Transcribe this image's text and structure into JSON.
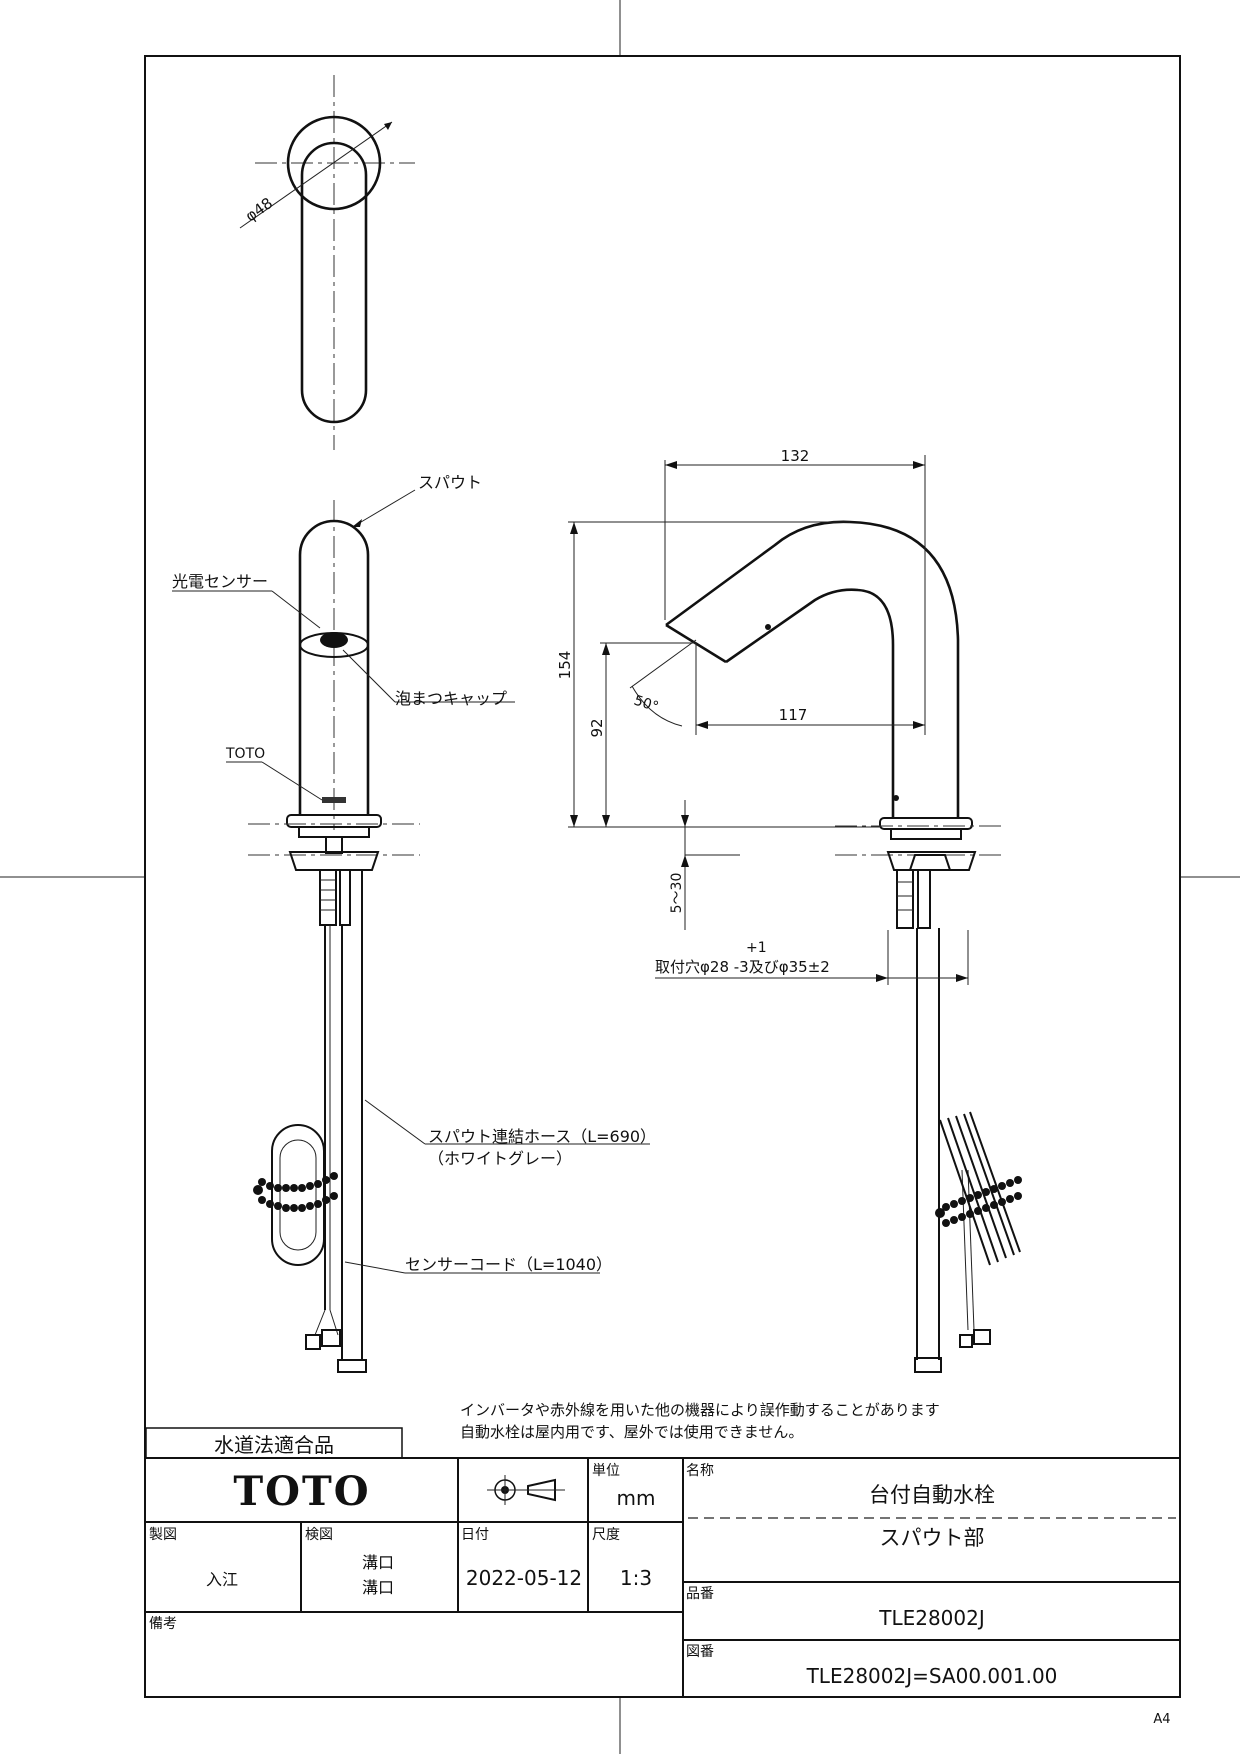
{
  "labels": {
    "spout": "スパウト",
    "sensor": "光電センサー",
    "cap": "泡まつキャップ",
    "toto_mark": "TOTO",
    "hose": "スパウト連結ホース（L=690）",
    "hose_color": "（ホワイトグレー）",
    "cord": "センサーコード（L=1040）"
  },
  "dimensions": {
    "d48": "φ48",
    "d132": "132",
    "d154": "154",
    "d92": "92",
    "d117": "117",
    "angle": "50°",
    "d5_30": "5～30",
    "hole_tol": "+1",
    "hole": "取付穴φ28 -3及びφ35±2"
  },
  "notes": {
    "line1": "インバータや赤外線を用いた他の機器により誤作動することがあります",
    "line2": "自動水栓は屋内用です、屋外では使用できません。"
  },
  "title_block": {
    "compliance": "水道法適合品",
    "brand": "TOTO",
    "unit_label": "単位",
    "unit": "mm",
    "name_label": "名称",
    "name1": "台付自動水栓",
    "name2": "スパウト部",
    "drawn_label": "製図",
    "drawn_by": "入江",
    "checked_label": "検図",
    "checked_by1": "溝口",
    "checked_by2": "溝口",
    "date_label": "日付",
    "date": "2022-05-12",
    "scale_label": "尺度",
    "scale": "1:3",
    "part_label": "品番",
    "part_no": "TLE28002J",
    "drawing_label": "図番",
    "drawing_no": "TLE28002J=SA00.001.00",
    "remarks_label": "備考",
    "sheet_size": "A4"
  }
}
